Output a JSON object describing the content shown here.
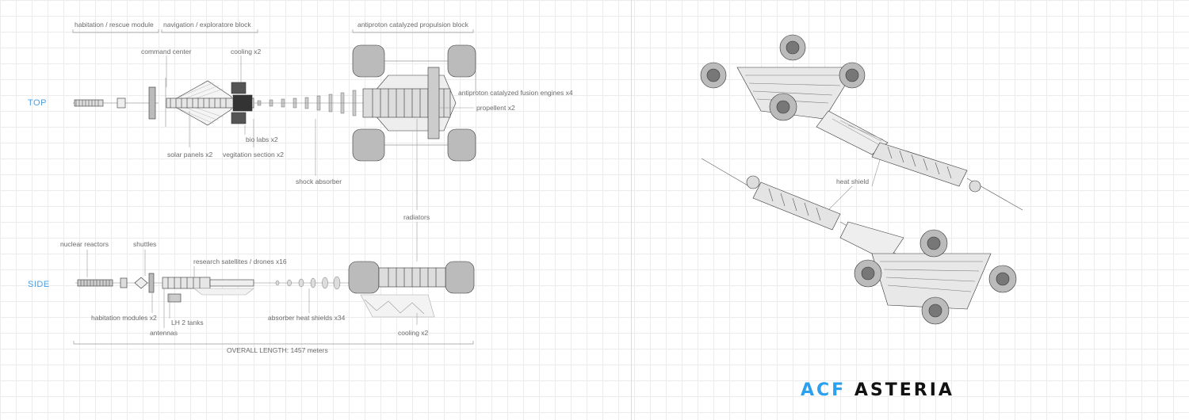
{
  "title": {
    "prefix": "ACF",
    "name": "ASTERIA"
  },
  "views": {
    "top": "TOP",
    "side": "SIDE"
  },
  "sections": {
    "habitation": "habitation / rescue module",
    "navigation": "navigation / exploratore block",
    "propulsion": "antiproton catalyzed propulsion block"
  },
  "labels": {
    "command_center": "command center",
    "cooling_top": "cooling x2",
    "fusion_engines": "antiproton catalyzed fusion engines x4",
    "propellent": "propellent x2",
    "bio_labs": "bio labs x2",
    "solar_panels": "solar panels x2",
    "vegitation": "vegitation section x2",
    "shock_absorber": "shock absorber",
    "radiators": "radiators",
    "nuclear_reactors": "nuclear reactors",
    "shuttles": "shuttles",
    "research_satellites": "research satellites / drones x16",
    "habitation_modules": "habitation modules x2",
    "lh2_tanks": "LH 2 tanks",
    "antennas": "antennas",
    "absorber_heat_shields": "absorber heat shields x34",
    "cooling_side": "cooling x2",
    "overall_length": "OVERALL LENGTH: 1457 meters",
    "heat_shield": "heat shield"
  },
  "colors": {
    "accent": "#2aa0ee",
    "ink": "#222222",
    "grid": "#ececec"
  }
}
